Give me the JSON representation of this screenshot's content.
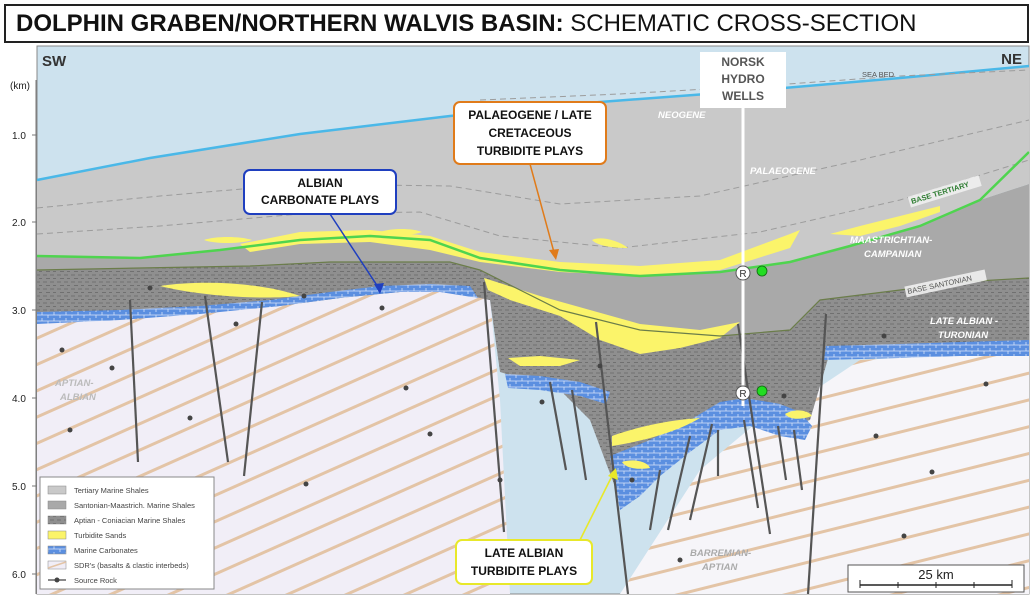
{
  "title": {
    "bold": "DOLPHIN GRABEN/NORTHERN WALVIS BASIN:",
    "rest": " SCHEMATIC CROSS-SECTION"
  },
  "orientation": {
    "left": "SW",
    "right": "NE"
  },
  "depth_axis": {
    "unit": "(km)",
    "ticks": [
      "1.0",
      "2.0",
      "3.0",
      "4.0",
      "5.0",
      "6.0"
    ]
  },
  "horizon_labels": {
    "sea_bed": "SEA BED",
    "base_tertiary": "BASE TERTIARY",
    "base_santonian": "BASE SANTONIAN"
  },
  "unit_labels": {
    "neogene": "NEOGENE",
    "palaeogene": "PALAEOGENE",
    "maastrichtian_1": "MAASTRICHTIAN-",
    "maastrichtian_2": "CAMPANIAN",
    "late_albian_1": "LATE ALBIAN -",
    "late_albian_2": "TURONIAN",
    "aptian_albian_1": "APTIAN-",
    "aptian_albian_2": "ALBIAN",
    "barremian_1": "BARREMIAN-",
    "barremian_2": "APTIAN"
  },
  "wells": {
    "line1": "NORSK",
    "line2": "HYDRO",
    "line3": "WELLS",
    "marker": "R"
  },
  "callouts": {
    "albian": {
      "line1": "ALBIAN",
      "line2": "CARBONATE PLAYS",
      "color": "#1f3fbf"
    },
    "palaeogene": {
      "line1": "PALAEOGENE / LATE",
      "line2": "CRETACEOUS",
      "line3": "TURBIDITE PLAYS",
      "color": "#e07b1a"
    },
    "late_albian": {
      "line1": "LATE ALBIAN",
      "line2": "TURBIDITE PLAYS",
      "color": "#e8e82a"
    }
  },
  "legend": [
    "Tertiary Marine Shales",
    "Santonian-Maastrich. Marine Shales",
    "Aptian - Coniacian Marine Shales",
    "Turbidite Sands",
    "Marine Carbonates",
    "SDR's (basalts & clastic interbeds)",
    "Source Rock"
  ],
  "scale_bar": "25 km",
  "colors": {
    "sea": "#cde2ee",
    "tertiary": "#c9c9c9",
    "santonian": "#a9a9a9",
    "aptian": "#8f8f8f",
    "sand": "#fbf46a",
    "carbonate": "#5b8fe0",
    "sdr": "#f1eef7",
    "fault": "#555555",
    "seabed": "#4ab8e8",
    "base_tertiary": "#4fd44f",
    "oil": "#22dd22"
  }
}
